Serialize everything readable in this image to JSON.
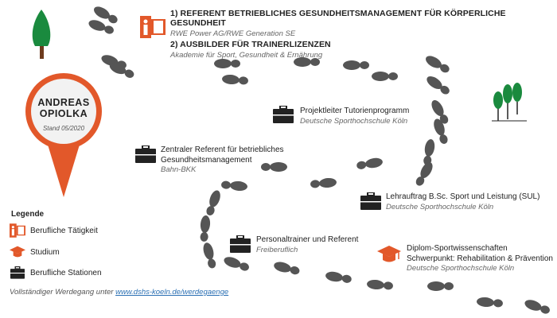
{
  "person": {
    "name_line1": "ANDREAS",
    "name_line2": "OPIOLKA",
    "stand": "Stand 05/2020"
  },
  "colors": {
    "accent": "#e2582a",
    "tree_green": "#1a8a3e",
    "trunk_brown": "#6e3b1e",
    "footprint": "#555555",
    "bubble_bg": "#f2f2f2"
  },
  "stations": [
    {
      "id": "top",
      "icon": "orange-person-icon",
      "type": "Berufliche Tätigkeit",
      "line1": "1) REFERENT BETRIEBLICHES GESUNDHEITSMANAGEMENT FÜR KÖRPERLICHE GESUNDHEIT",
      "sub1": "RWE Power AG/RWE Generation SE",
      "line2": "2) AUSBILDER FÜR TRAINERLIZENZEN",
      "sub2": "Akademie für Sport, Gesundheit & Ernährung"
    },
    {
      "id": "tutor",
      "icon": "briefcase-icon",
      "title": "Projektleiter Tutorienprogramm",
      "sub": "Deutsche Sporthochschule Köln"
    },
    {
      "id": "bahn",
      "icon": "briefcase-icon",
      "title_l1": "Zentraler Referent für betriebliches",
      "title_l2": "Gesundheitsmanagement",
      "sub": "Bahn-BKK"
    },
    {
      "id": "lehr",
      "icon": "briefcase-icon",
      "title": "Lehrauftrag B.Sc. Sport und Leistung (SUL)",
      "sub": "Deutsche Sporthochschule Köln"
    },
    {
      "id": "personal",
      "icon": "briefcase-icon",
      "title": "Personaltrainer und Referent",
      "sub": "Freiberuflich"
    },
    {
      "id": "diplom",
      "icon": "graduation-cap-icon",
      "title_l1": "Diplom-Sportwissenschaften",
      "title_l2": "Schwerpunkt: Rehabilitation & Prävention",
      "sub": "Deutsche Sporthochschule Köln"
    }
  ],
  "legend": {
    "title": "Legende",
    "items": [
      {
        "icon": "orange-person-icon",
        "label": "Berufliche Tätigkeit"
      },
      {
        "icon": "graduation-cap-icon",
        "label": "Studium"
      },
      {
        "icon": "briefcase-icon",
        "label": "Berufliche Stationen"
      }
    ]
  },
  "footer": {
    "text": "Vollständiger Werdegang unter ",
    "link": "www.dshs-koeln.de/werdegaenge"
  }
}
